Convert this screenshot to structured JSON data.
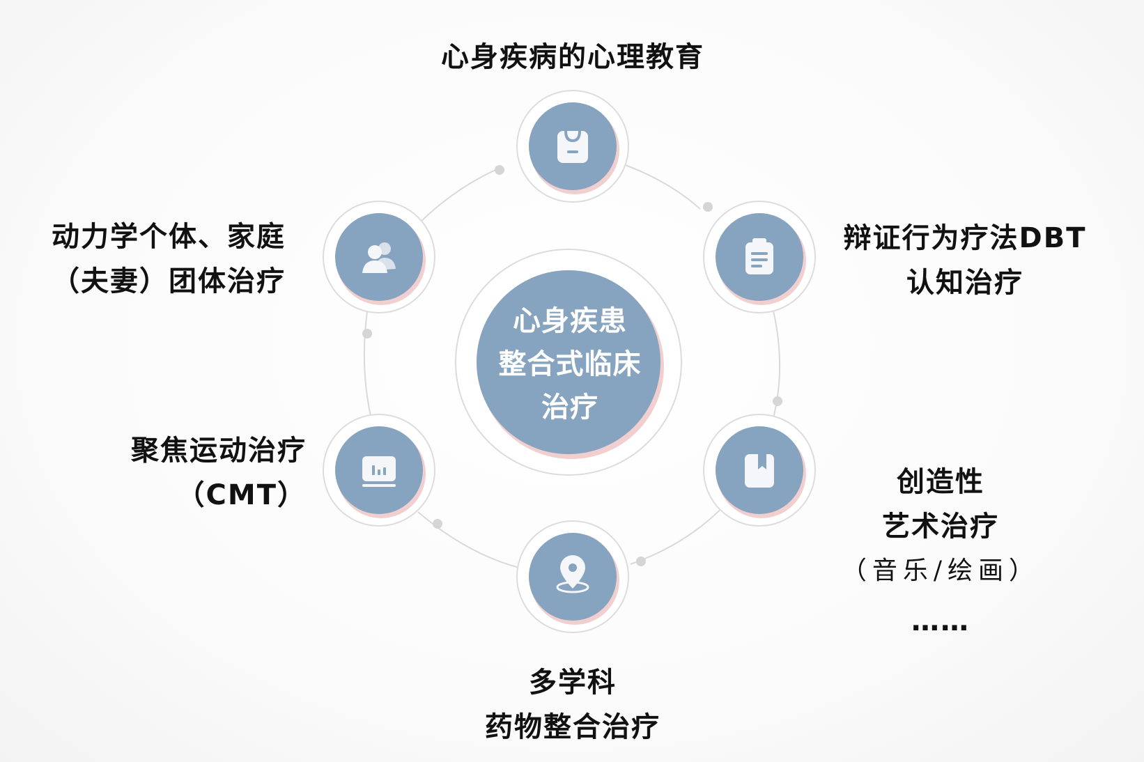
{
  "center": {
    "lines": [
      "心身疾患",
      "整合式临床",
      "治疗"
    ]
  },
  "nodes": [
    {
      "id": "top",
      "icon": "bag-icon",
      "lines": [
        "心身疾病的心理教育"
      ]
    },
    {
      "id": "top-right",
      "icon": "clipboard-icon",
      "lines": [
        "辩证行为疗法DBT",
        "认知治疗"
      ]
    },
    {
      "id": "bottom-right",
      "icon": "book-icon",
      "lines": [
        "创造性",
        "艺术治疗"
      ],
      "note": "（音乐/绘画）",
      "ellipsis": "……"
    },
    {
      "id": "bottom",
      "icon": "location-pin-icon",
      "lines": [
        "多学科",
        "药物整合治疗"
      ]
    },
    {
      "id": "bottom-left",
      "icon": "chart-board-icon",
      "lines": [
        "聚焦运动治疗",
        "（CMT）"
      ]
    },
    {
      "id": "top-left",
      "icon": "users-icon",
      "lines": [
        "动力学个体、家庭",
        "（夫妻）团体治疗"
      ]
    }
  ],
  "colors": {
    "node": "#86a3bf",
    "shadow": "#f2cfcf",
    "orbit": "#d9d9d9",
    "text": "#111111"
  }
}
